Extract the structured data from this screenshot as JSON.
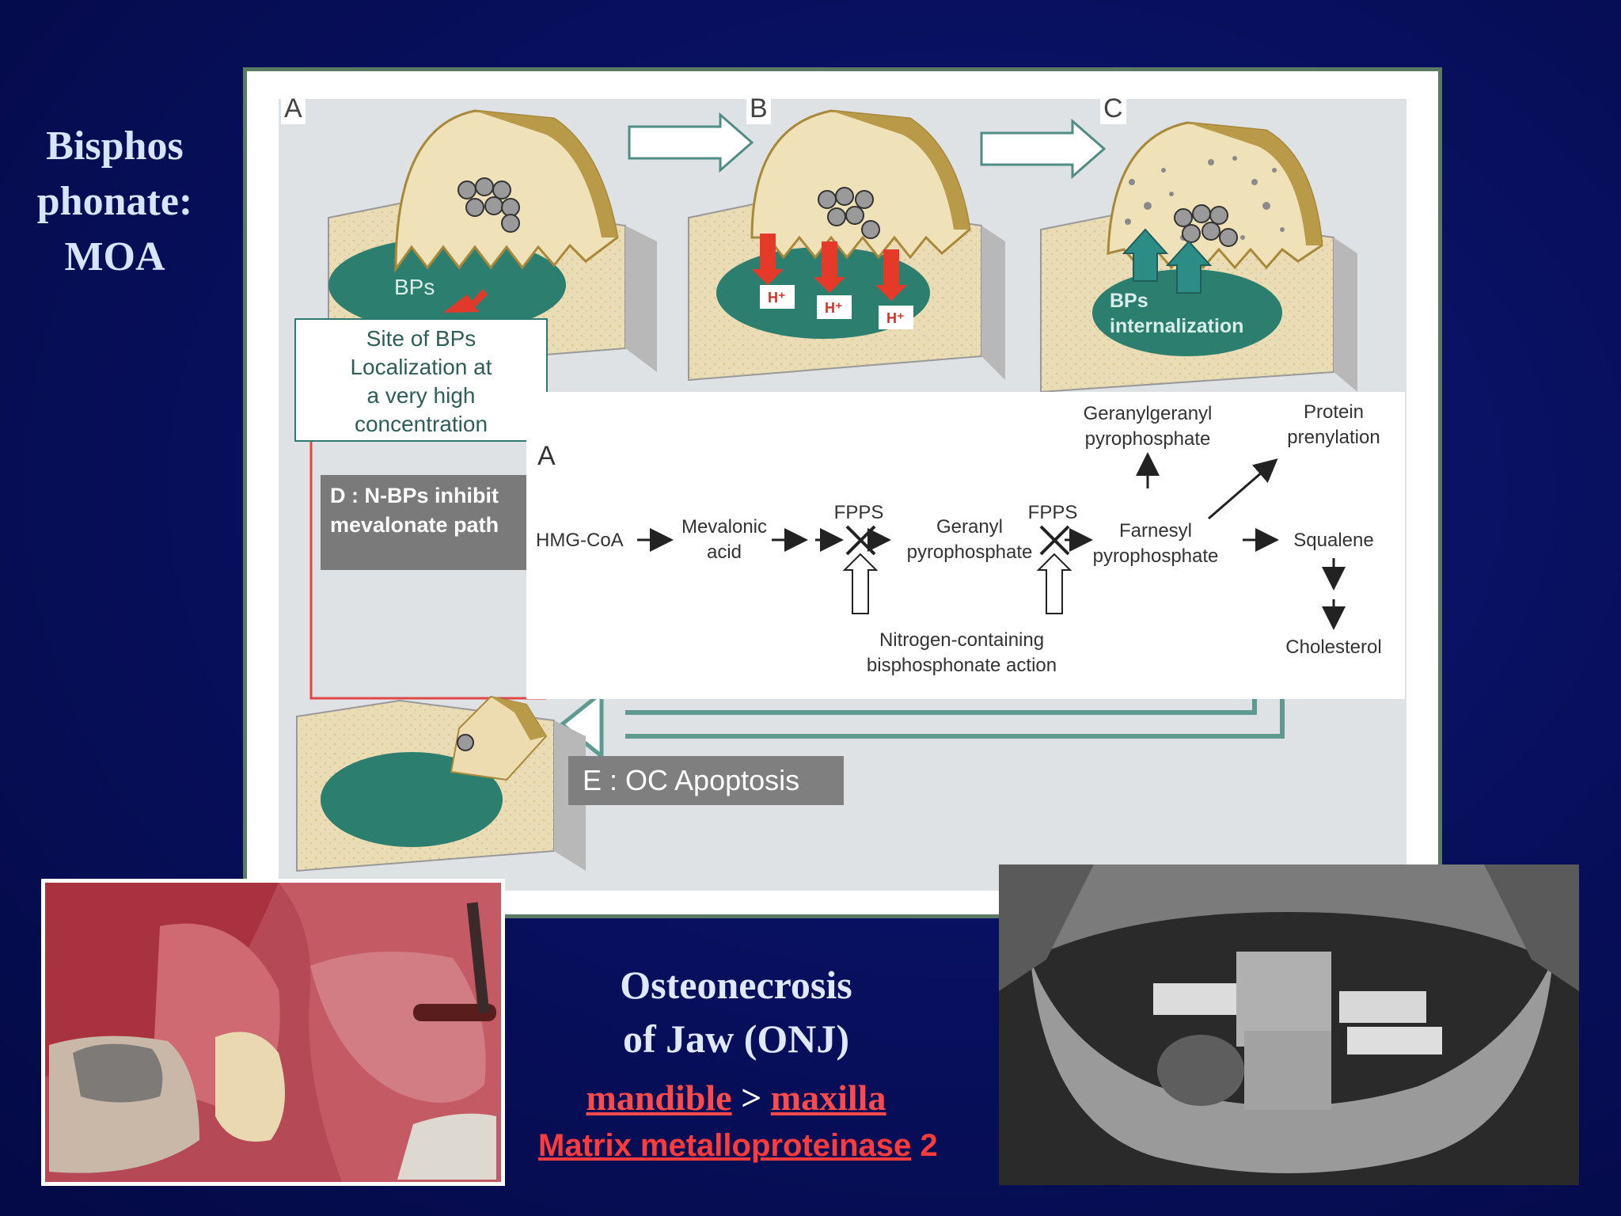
{
  "slide": {
    "title_lines": [
      "Bisphos",
      "phonate:",
      "MOA"
    ]
  },
  "figure": {
    "panels": [
      "A",
      "B",
      "C"
    ],
    "panel_a_label": "BPs",
    "site_box_lines": [
      "Site of BPs",
      "Localization at",
      "a very high",
      "concentration"
    ],
    "proton_label": "H⁺",
    "panel_c_lines": [
      "BPs",
      "internalization"
    ],
    "d_box_lines": [
      "D : N-BPs inhibit",
      "mevalonate path"
    ],
    "e_box": "E :  OC Apoptosis"
  },
  "pathway": {
    "panel_letter": "A",
    "hmg_coa": "HMG-CoA",
    "mevalonic_acid": [
      "Mevalonic",
      "acid"
    ],
    "fpps": "FPPS",
    "geranyl_pp": [
      "Geranyl",
      "pyrophosphate"
    ],
    "farnesyl_pp": [
      "Farnesyl",
      "pyrophosphate"
    ],
    "geranylgeranyl_pp": [
      "Geranylgeranyl",
      "pyrophosphate"
    ],
    "protein_prenylation": [
      "Protein",
      "prenylation"
    ],
    "squalene": "Squalene",
    "cholesterol": "Cholesterol",
    "nbp_action": [
      "Nitrogen-containing",
      "bisphosphonate action"
    ]
  },
  "onj": {
    "title_lines": [
      "Osteonecrosis",
      "of Jaw (ONJ)"
    ],
    "mandible": "mandible",
    "gt": ">",
    "maxilla": "maxilla",
    "mmp": "Matrix metalloproteinase",
    "mmp_number": "2"
  }
}
